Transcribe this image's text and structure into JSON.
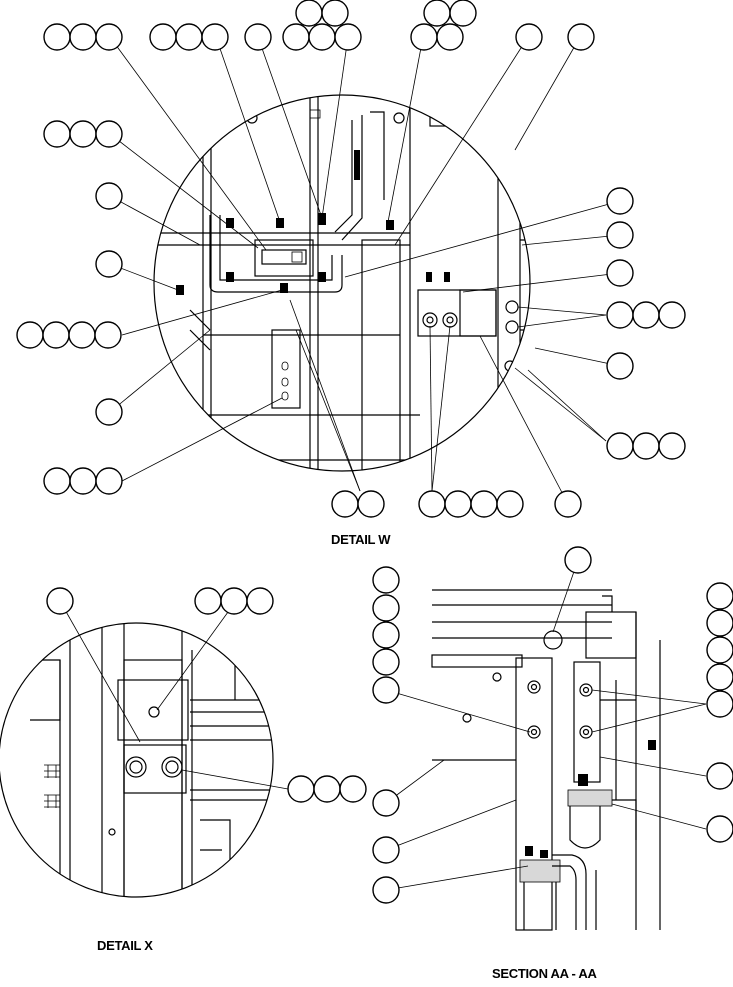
{
  "captions": {
    "detail_w": "DETAIL W",
    "detail_x": "DETAIL X",
    "section_aa": "SECTION AA - AA"
  }
}
